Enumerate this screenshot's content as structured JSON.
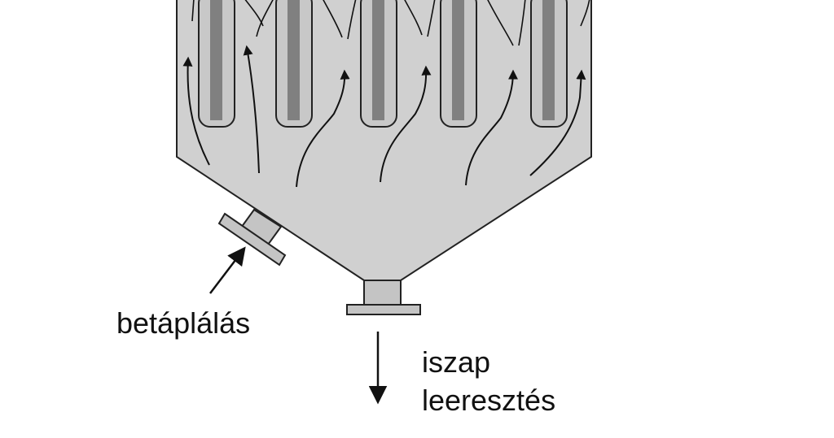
{
  "labels": {
    "feed": "betáplálás",
    "sludge_line1": "iszap",
    "sludge_line2": "leeresztés"
  },
  "colors": {
    "vessel_fill": "#d0d0d0",
    "tube_fill": "#c8c8c8",
    "tube_core": "#808080",
    "nozzle_fill": "#c4c4c4",
    "stroke": "#222222"
  }
}
